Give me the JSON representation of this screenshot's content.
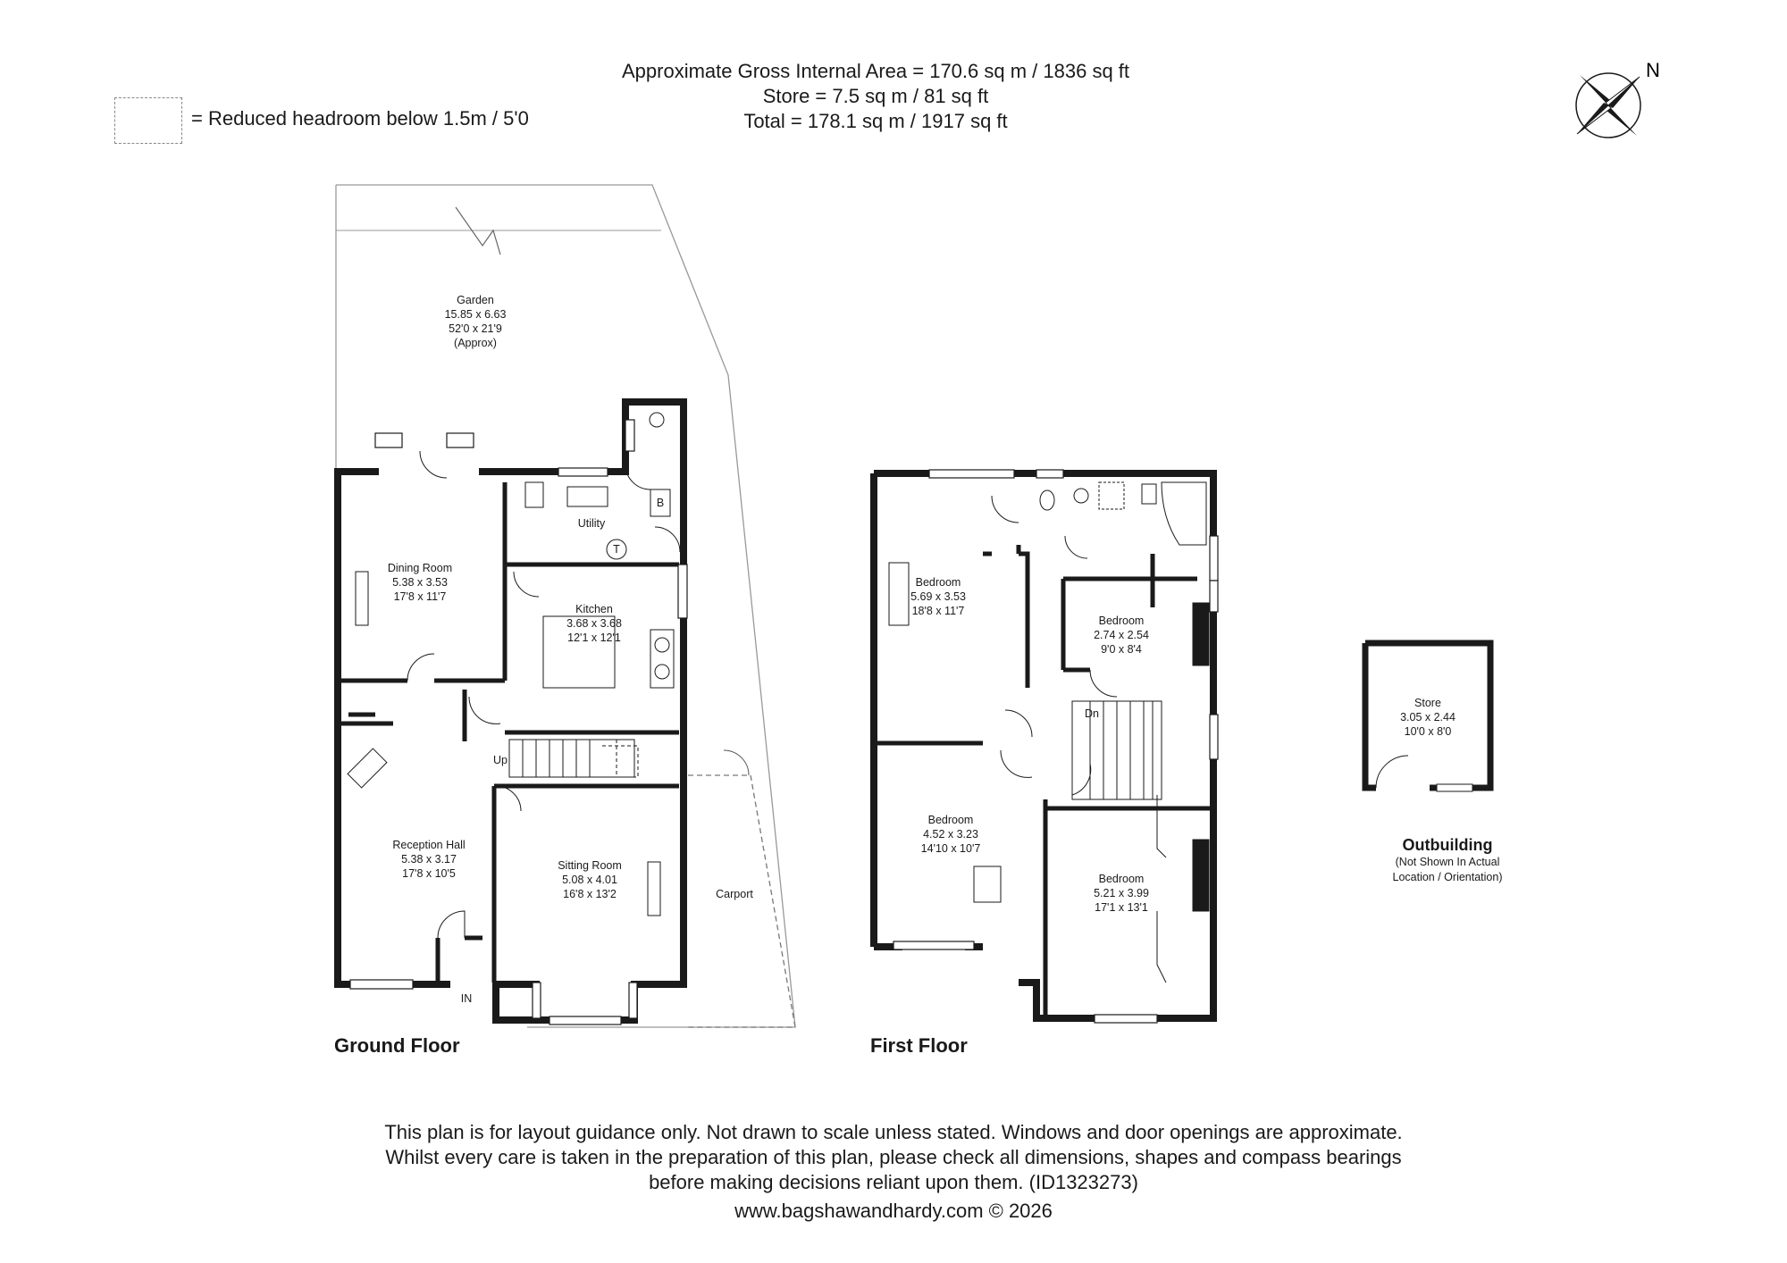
{
  "header": {
    "gross_area": "Approximate Gross Internal Area = 170.6 sq m / 1836 sq ft",
    "store_area": "Store = 7.5 sq m / 81 sq ft",
    "total_area": "Total = 178.1 sq m / 1917 sq ft"
  },
  "legend": {
    "text": "= Reduced headroom below 1.5m / 5'0"
  },
  "compass": {
    "label": "N"
  },
  "ground_floor": {
    "title": "Ground Floor",
    "garden": {
      "name": "Garden",
      "metric": "15.85 x 6.63",
      "imperial": "52'0 x 21'9",
      "note": "(Approx)"
    },
    "dining_room": {
      "name": "Dining Room",
      "metric": "5.38 x 3.53",
      "imperial": "17'8 x 11'7"
    },
    "utility": {
      "name": "Utility",
      "boiler": "B",
      "tank": "T"
    },
    "kitchen": {
      "name": "Kitchen",
      "metric": "3.68 x 3.68",
      "imperial": "12'1 x 12'1"
    },
    "reception_hall": {
      "name": "Reception Hall",
      "metric": "5.38 x 3.17",
      "imperial": "17'8 x 10'5"
    },
    "sitting_room": {
      "name": "Sitting Room",
      "metric": "5.08 x 4.01",
      "imperial": "16'8 x 13'2"
    },
    "carport": {
      "name": "Carport"
    },
    "stairs": "Up",
    "entrance": "IN"
  },
  "first_floor": {
    "title": "First Floor",
    "bedroom1": {
      "name": "Bedroom",
      "metric": "5.69 x 3.53",
      "imperial": "18'8 x 11'7"
    },
    "bedroom2": {
      "name": "Bedroom",
      "metric": "2.74 x 2.54",
      "imperial": "9'0 x 8'4"
    },
    "bedroom3": {
      "name": "Bedroom",
      "metric": "4.52 x 3.23",
      "imperial": "14'10 x 10'7"
    },
    "bedroom4": {
      "name": "Bedroom",
      "metric": "5.21 x 3.99",
      "imperial": "17'1 x 13'1"
    },
    "stairs": "Dn"
  },
  "outbuilding": {
    "store": {
      "name": "Store",
      "metric": "3.05 x 2.44",
      "imperial": "10'0 x 8'0"
    },
    "title": "Outbuilding",
    "note1": "(Not Shown In Actual",
    "note2": "Location / Orientation)"
  },
  "footer": {
    "line1": "This plan is for layout guidance only. Not drawn to scale unless stated. Windows and door openings are approximate.",
    "line2": "Whilst every care is taken in the preparation of this plan, please check all dimensions, shapes and compass bearings",
    "line3": "before making decisions reliant upon them. (ID1323273)",
    "website": "www.bagshawandhardy.com © 2026"
  }
}
